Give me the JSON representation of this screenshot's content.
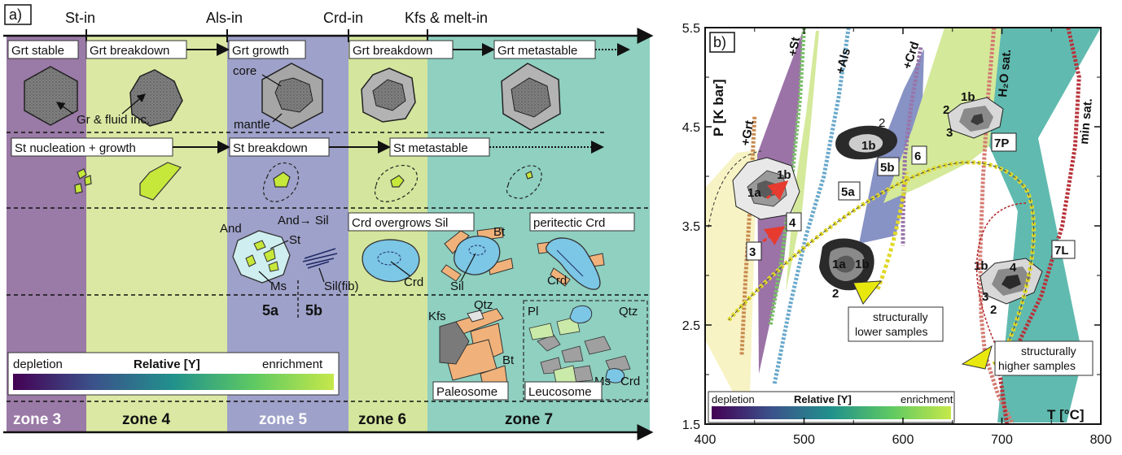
{
  "panel_a": {
    "label": "a)",
    "boundaries": [
      "St-in",
      "Als-in",
      "Crd-in",
      "Kfs & melt-in"
    ],
    "zones": [
      "zone 3",
      "zone 4",
      "zone 5",
      "zone 6",
      "zone 7"
    ],
    "zone_colors": [
      "#9a7aa6",
      "#dbe8a3",
      "#9ea1c9",
      "#d4e69d",
      "#8fd0c0"
    ],
    "grt_row": {
      "labels": [
        "Grt stable",
        "Grt breakdown",
        "Grt growth",
        "Grt breakdown",
        "Grt metastable"
      ],
      "notes": [
        "Gr & fluid inc.",
        "core",
        "mantle"
      ]
    },
    "st_row": {
      "labels": [
        "St nucleation + growth",
        "St breakdown",
        "St metastable"
      ]
    },
    "als_row": {
      "labels": [
        "And→ Sil",
        "Crd overgrows Sil",
        "peritectic Crd"
      ],
      "minerals": [
        "And",
        "St",
        "Ms",
        "Sil(fib)",
        "Crd",
        "Sil",
        "Bt",
        "Crd"
      ],
      "sub_zones": [
        "5a",
        "5b"
      ]
    },
    "melt_row": {
      "minerals": [
        "Kfs",
        "Qtz",
        "Bt",
        "Pl",
        "Qtz",
        "Ms",
        "Crd"
      ],
      "boxes": [
        "Paleosome",
        "Leucosome"
      ]
    },
    "colorbar": {
      "low": "depletion",
      "title": "Relative [Y]",
      "high": "enrichment"
    }
  },
  "panel_b": {
    "label": "b)",
    "reaction_labels": [
      "+Grt",
      "+St",
      "+Als",
      "+Crd",
      "H₂O sat.",
      "min sat."
    ],
    "field_labels": [
      "3",
      "4",
      "5a",
      "5b",
      "6",
      "7P",
      "7L"
    ],
    "garnet_labels": {
      "g1": [
        "1a",
        "1b"
      ],
      "g2": [
        "2",
        "1b"
      ],
      "g3": [
        "1a",
        "1b",
        "2"
      ],
      "g4": [
        "1b",
        "2",
        "3"
      ],
      "g5": [
        "1b",
        "4",
        "3",
        "2"
      ]
    },
    "callouts": [
      "structurally lower samples",
      "structurally higher samples"
    ],
    "colorbar": {
      "low": "depletion",
      "title": "Relative [Y]",
      "high": "enrichment"
    }
  },
  "chart_data": {
    "type": "line",
    "title": "",
    "xlabel": "T [°C]",
    "ylabel": "P [K bar]",
    "xlim": [
      400,
      800
    ],
    "ylim": [
      1.5,
      5.5
    ],
    "x_ticks": [
      400,
      500,
      600,
      700,
      800
    ],
    "y_ticks": [
      1.5,
      2.5,
      3.5,
      4.5,
      5.5
    ],
    "grid": false,
    "series": [
      {
        "name": "+Grt",
        "x": [
          450,
          446,
          441,
          437
        ],
        "y": [
          4.6,
          3.8,
          3.0,
          2.2
        ]
      },
      {
        "name": "+St",
        "x": [
          500,
          496,
          488,
          478,
          466
        ],
        "y": [
          5.5,
          4.8,
          4.0,
          3.2,
          2.5
        ]
      },
      {
        "name": "+Als",
        "x": [
          545,
          535,
          520,
          502,
          486,
          470
        ],
        "y": [
          5.5,
          4.8,
          4.0,
          3.4,
          2.7,
          1.9
        ]
      },
      {
        "name": "+Crd",
        "x": [
          618,
          608,
          602,
          600,
          600
        ],
        "y": [
          5.3,
          4.7,
          4.2,
          3.6,
          3.3
        ]
      },
      {
        "name": "H₂O sat.",
        "x": [
          692,
          686,
          681,
          678,
          679,
          683,
          696,
          711
        ],
        "y": [
          5.5,
          4.8,
          4.0,
          3.2,
          2.6,
          2.2,
          1.8,
          1.5
        ]
      },
      {
        "name": "min sat.",
        "x": [
          767,
          778,
          774,
          761,
          740,
          716,
          698,
          705
        ],
        "y": [
          5.5,
          5.0,
          4.3,
          3.5,
          2.8,
          2.3,
          2.0,
          1.5
        ]
      }
    ],
    "legend": "bottom-left"
  }
}
